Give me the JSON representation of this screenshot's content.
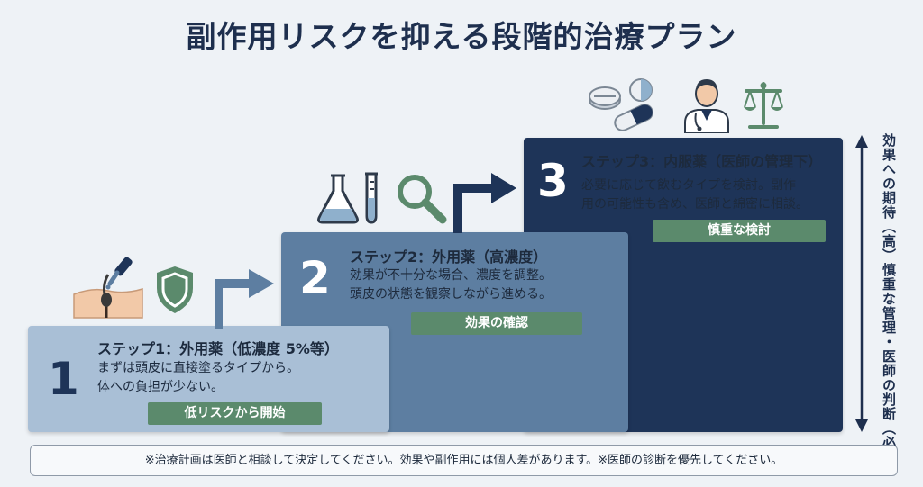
{
  "title": "副作用リスクを抑える段階的治療プラン",
  "steps": [
    {
      "number": "1",
      "title": "ステップ1：外用薬（低濃度 5%等）",
      "line1": "まずは頭皮に直接塗るタイプから。",
      "line2": "体への負担が少ない。",
      "badge": "低リスクから開始"
    },
    {
      "number": "2",
      "title": "ステップ2：外用薬（高濃度）",
      "line1": "効果が不十分な場合、濃度を調整。",
      "line2": "頭皮の状態を観察しながら進める。",
      "badge": "効果の確認"
    },
    {
      "number": "3",
      "title": "ステップ3：内服薬（医師の管理下）",
      "line1": "必要に応じて飲むタイプを検討。副作",
      "line2": "用の可能性も含め、医師と綿密に相談。",
      "badge": "慎重な検討"
    }
  ],
  "side": {
    "top": "効果への期待（高）",
    "bottom": "慎重な管理・医師の判断（必須）"
  },
  "footnote": "※治療計画は医師と相談して決定してください。効果や副作用には個人差があります。※医師の診断を優先してください。",
  "icons": {
    "step1": [
      "skin-dropper-icon",
      "shield-icon"
    ],
    "step2": [
      "flask-icon",
      "test-tube-icon",
      "magnifier-icon"
    ],
    "step3": [
      "pills-icon",
      "doctor-icon",
      "scales-icon"
    ]
  },
  "colors": {
    "step1": "#a9bfd6",
    "step2": "#5d7ea1",
    "step3": "#1e3458",
    "badge": "#5b8a6c",
    "background": "#eef2f6"
  }
}
